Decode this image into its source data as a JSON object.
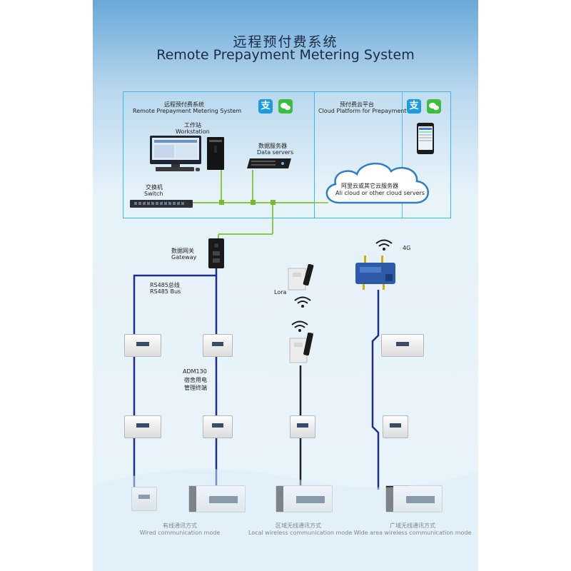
{
  "title": {
    "cn": "远程预付费系统",
    "en": "Remote Prepayment Metering System"
  },
  "local_system": {
    "cn": "远程预付费系统",
    "en": "Remote Prepayment Metering System",
    "workstation": {
      "cn": "工作站",
      "en": "Workstation"
    },
    "data_servers": {
      "cn": "数据服务器",
      "en": "Data servers"
    },
    "switch": {
      "cn": "交换机",
      "en": "Switch"
    }
  },
  "cloud_platform": {
    "cn": "预付费云平台",
    "en": "Cloud Platform for Prepayment",
    "cloud": {
      "cn": "阿里云或其它云服务器",
      "en": "Ali cloud or other cloud servers"
    }
  },
  "payment_icons": {
    "alipay": "支",
    "wechat": "wechat-icon"
  },
  "gateway": {
    "cn": "数据网关",
    "en": "Gateway"
  },
  "bus": {
    "cn": "RS485总线",
    "en": "RS485 Bus"
  },
  "lora": {
    "label": "Lora"
  },
  "fourg": {
    "label": "4G"
  },
  "terminal": {
    "model": "ADM130",
    "line2": "宿舍用电",
    "line3": "管理终端"
  },
  "modes": [
    {
      "cn": "有线通讯方式",
      "en": "Wired communication mode"
    },
    {
      "cn": "区域无线通讯方式",
      "en": "Local wireless communication mode"
    },
    {
      "cn": "广域无线通讯方式",
      "en": "Wide area wireless communication mode"
    }
  ],
  "colors": {
    "green_line": "#8dc63f",
    "blue_bus": "#1f2d8f",
    "box_border": "#3fb7e6",
    "alipay": "#1a9be6",
    "wechat": "#3dbd3d"
  }
}
